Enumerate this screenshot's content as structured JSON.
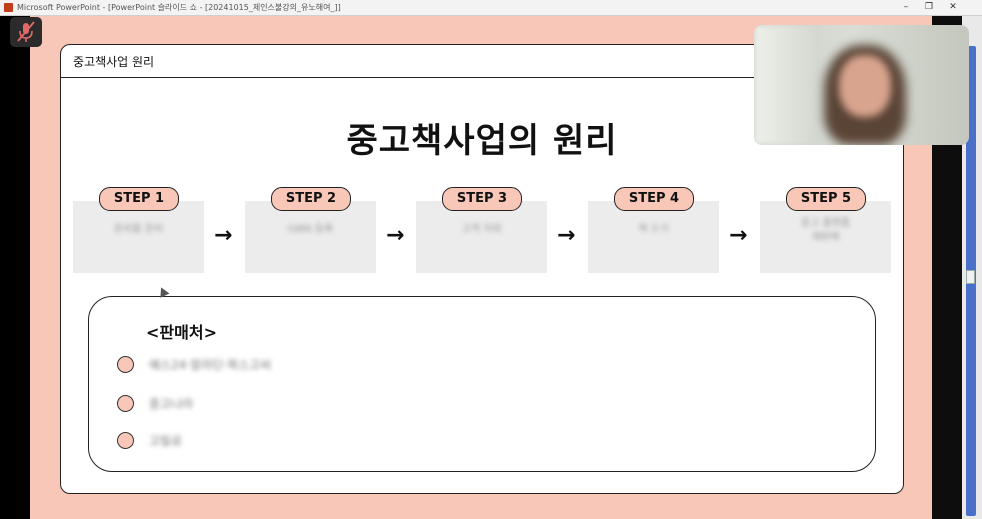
{
  "window": {
    "title": "Microsoft PowerPoint - [PowerPoint 슬라이드 쇼 - [20241015_제인스불강의_유노해여_]]",
    "minimize": "–",
    "restore": "❐",
    "close": "✕"
  },
  "slide": {
    "header": "중고책사업 원리",
    "title": "중고책사업의 원리",
    "steps": [
      {
        "label": "STEP 1",
        "text": "준비물 준비"
      },
      {
        "label": "STEP 2",
        "text": "ISBN 등록"
      },
      {
        "label": "STEP 3",
        "text": "고객 의뢰"
      },
      {
        "label": "STEP 4",
        "text": "책 수거"
      },
      {
        "label": "STEP 5",
        "text": "중고 플랫폼\n재판매"
      }
    ],
    "arrow": "→",
    "sellers": {
      "heading": "<판매처>",
      "items": [
        "예스24·알라딘·북스고씨",
        "중고나라",
        "고릴로"
      ]
    }
  },
  "colors": {
    "slide_bg": "#f8c7b8",
    "pill": "#f8c7b8",
    "scroll_accent": "#4a70c9"
  }
}
